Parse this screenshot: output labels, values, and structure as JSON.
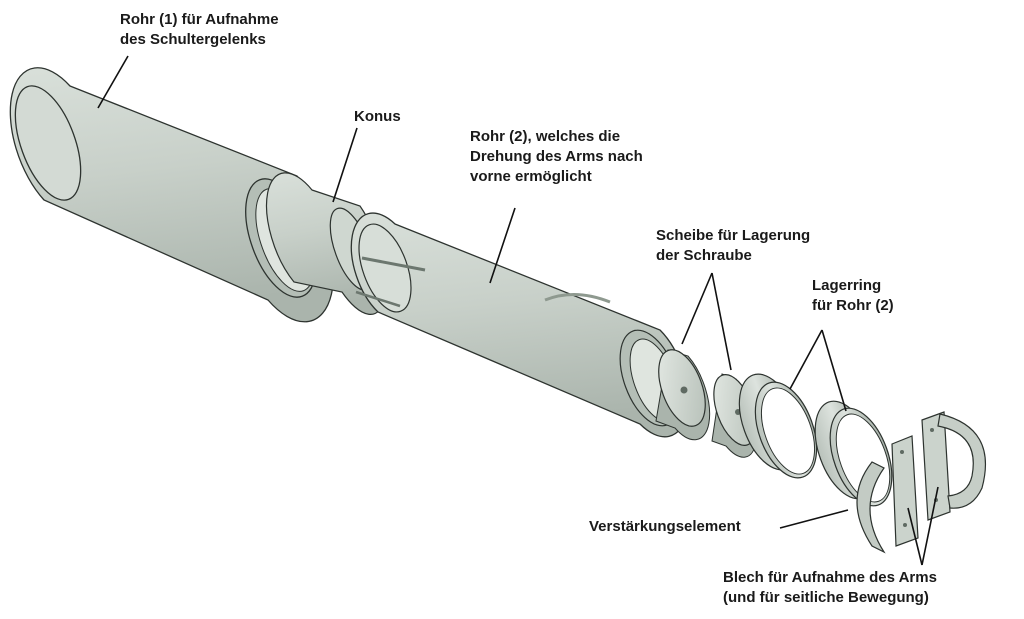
{
  "labels": {
    "rohr1": [
      "Rohr (1) für Aufnahme",
      "des Schultergelenks"
    ],
    "konus": [
      "Konus"
    ],
    "rohr2": [
      "Rohr (2), welches die",
      "Drehung des Arms nach",
      "vorne ermöglicht"
    ],
    "scheibe": [
      "Scheibe für Lagerung",
      "der Schraube"
    ],
    "lagerring": [
      "Lagerring",
      "für Rohr (2)"
    ],
    "verstaerkung": [
      "Verstärkungselement"
    ],
    "blech": [
      "Blech für Aufnahme des Arms",
      "(und für seitliche Bewegung)"
    ]
  },
  "colors": {
    "part_fill": "#c9d1ca",
    "part_light": "#e4eae4",
    "part_dark": "#8f9a91",
    "outline": "#2d332f",
    "leader": "#111111"
  }
}
